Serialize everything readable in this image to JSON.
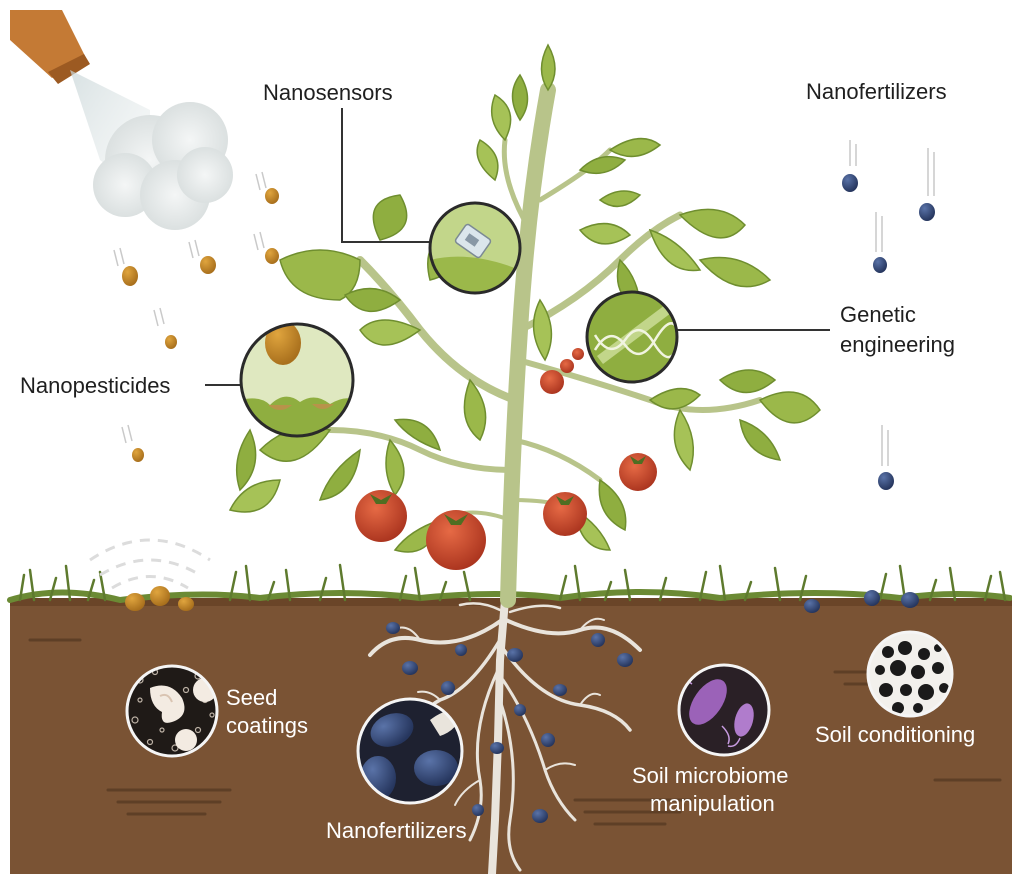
{
  "labels": {
    "nanosensors": "Nanosensors",
    "nanofertilizers_top": "Nanofertilizers",
    "genetic_engineering_line1": "Genetic",
    "genetic_engineering_line2": "engineering",
    "nanopesticides": "Nanopesticides",
    "seed_coatings_line1": "Seed",
    "seed_coatings_line2": "coatings",
    "nanofertilizers_bottom": "Nanofertilizers",
    "soil_microbiome_line1": "Soil microbiome",
    "soil_microbiome_line2": "manipulation",
    "soil_conditioning": "Soil conditioning"
  },
  "colors": {
    "soil": "#7a5334",
    "soil_dark": "#5e3f26",
    "grass": "#5e7a2e",
    "leaf": "#9bb84a",
    "leaf_dark": "#6f8e2f",
    "stem": "#b8c48a",
    "tomato": "#c9442a",
    "nanopesticide": "#c48a2a",
    "nanofertilizer": "#33497a",
    "root": "#e9e4dc",
    "microbe": "#9b62b8"
  }
}
